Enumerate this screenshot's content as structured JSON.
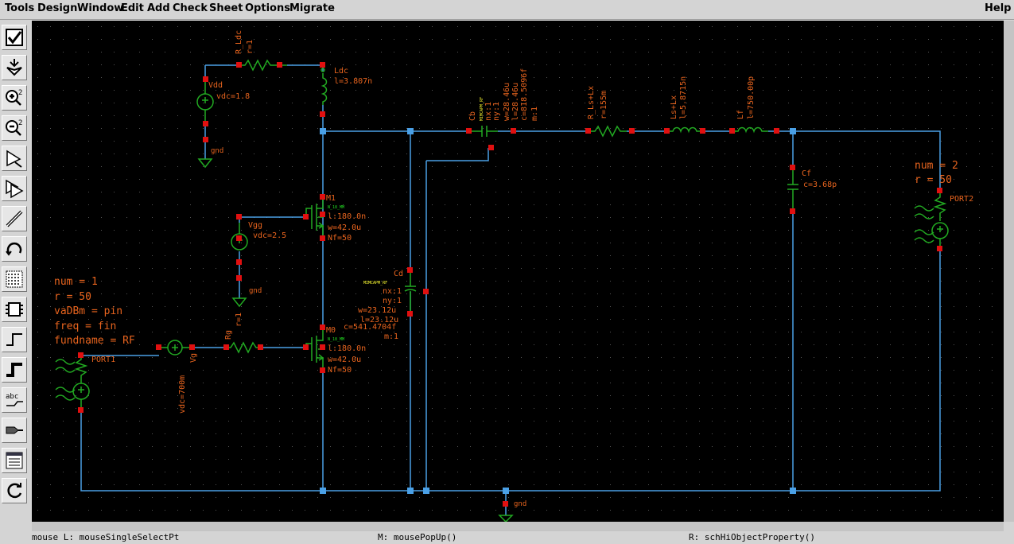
{
  "menu": {
    "tools": "Tools",
    "design": "Design",
    "window": "Window",
    "edit": "Edit",
    "add": "Add",
    "check": "Check",
    "sheet": "Sheet",
    "options": "Options",
    "migrate": "Migrate",
    "help": "Help"
  },
  "toolbar": {
    "icons": [
      "check-save-icon",
      "select-arrow-icon",
      "zoom-in-icon",
      "zoom-out-icon",
      "stretch-icon",
      "copy-icon",
      "wire-icon",
      "undo-icon",
      "instance-icon",
      "pin-icon",
      "wire-narrow-icon",
      "wire-wide-icon",
      "label-icon",
      "pin-add-icon",
      "property-icon",
      "refresh-icon"
    ],
    "zoom_in_text": "2",
    "zoom_out_text": "2",
    "label_text": "abc"
  },
  "colors": {
    "wire": "#4aa0e6",
    "component": "#22aa22",
    "text": "#e8641e",
    "pin": "#e01010",
    "net_yellow": "#ffff33"
  },
  "schematic": {
    "r_ldc": {
      "name": "R_Ldc",
      "param": "r=1"
    },
    "vdd": {
      "name": "Vdd",
      "param": "vdc=1.8",
      "gnd": "gnd"
    },
    "ldc": {
      "name": "Ldc",
      "param": "l=3.807n"
    },
    "cb": {
      "name": "Cb",
      "model": "MIMCAPM_RF",
      "p1": "nx:1",
      "p2": "ny:1",
      "p3": "w=28.46u",
      "p4": "l=28.46u",
      "p5": "c=818.5096f",
      "p6": "m:1"
    },
    "r_ls": {
      "name": "R_Ls+Lx",
      "param": "r=155m"
    },
    "ls": {
      "name": "Ls+Lx",
      "param": "l=5.8715n"
    },
    "lf": {
      "name": "Lf",
      "param": "l=750.00p"
    },
    "cf": {
      "name": "Cf",
      "param": "c=3.68p"
    },
    "port2": {
      "num": "num = 2",
      "r": "r = 50",
      "name": "PORT2"
    },
    "m1": {
      "name": "M1",
      "model": "N_18_MM",
      "l": "l:180.0n",
      "w": "w=42.0u",
      "nf": "Nf=50"
    },
    "vgg": {
      "name": "Vgg",
      "param": "vdc=2.5",
      "gnd": "gnd"
    },
    "cd": {
      "name": "Cd",
      "model": "MIMCAPM_RF",
      "p1": "nx:1",
      "p2": "ny:1",
      "p3": "w=23.12u",
      "p4": "l=23.12u",
      "p5": "c=541.4704f",
      "p6": "m:1"
    },
    "port1": {
      "num": "num = 1",
      "r": "r = 50",
      "vadbm": "vaDBm = pin",
      "freq": "freq = fin",
      "fund": "fundname = RF",
      "name": "PORT1"
    },
    "vg": {
      "name": "Vg",
      "param": "vdc=700m"
    },
    "rg": {
      "name": "Rg",
      "param": "r=1"
    },
    "m0": {
      "name": "M0",
      "model": "N_18_MM",
      "l": "l:180.0n",
      "w": "w=42.0u",
      "nf": "Nf=50"
    },
    "gnd": {
      "label": "gnd"
    }
  },
  "status": {
    "left": "mouse L: mouseSingleSelectPt",
    "mid": "M: mousePopUp()",
    "right": "R: schHiObjectProperty()"
  }
}
